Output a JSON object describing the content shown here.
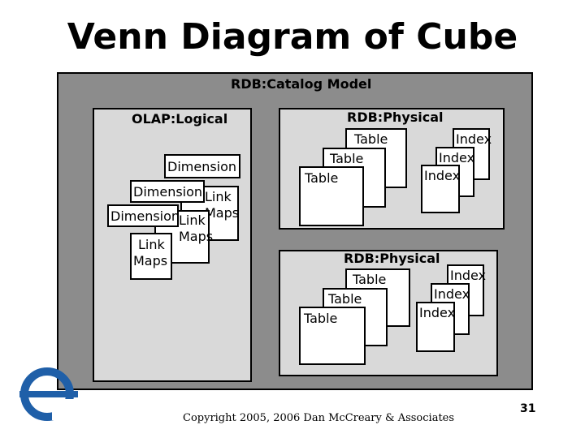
{
  "title": "Venn Diagram of Cube",
  "outer_label": "RDB:Catalog Model",
  "olap": {
    "label": "OLAP:Logical",
    "dimension_label": "Dimension",
    "link_maps_label": "Link\nMaps",
    "link_maps_line1": "Link",
    "link_maps_line2": "Maps"
  },
  "physical_top": {
    "label": "RDB:Physical",
    "table_label": "Table",
    "index_label": "Index"
  },
  "physical_bottom": {
    "label": "RDB:Physical",
    "table_label": "Table",
    "index_label": "Index"
  },
  "footer": {
    "copyright": "Copyright 2005, 2006 Dan McCreary & Associates",
    "page_number": "31"
  },
  "colors": {
    "outer_fill": "#8c8c8c",
    "panel_fill": "#d9d9d9",
    "logo_blue": "#1f5fa8"
  },
  "icons": [
    "logo-icon"
  ]
}
